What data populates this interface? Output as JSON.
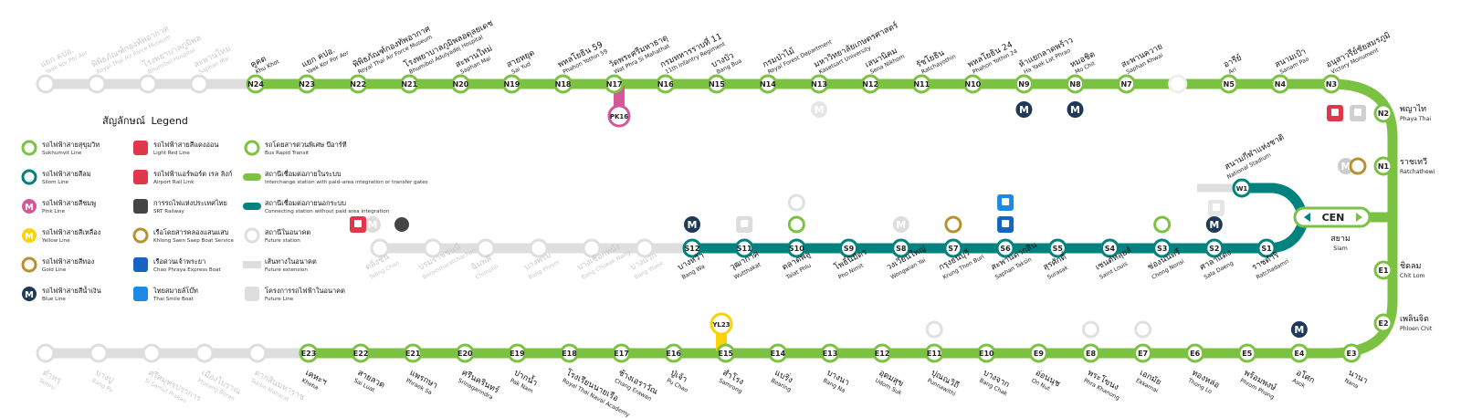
{
  "colors": {
    "sukhumvit": "#7cc242",
    "silom": "#00827f",
    "pink": "#d4589a",
    "yellow": "#fdd205",
    "gold": "#b8902f",
    "blue": "#1e3a57",
    "future": "#dedede",
    "red": "#e0384a"
  },
  "legend": {
    "title_th": "สัญลักษณ์",
    "title_en": "Legend",
    "items": [
      {
        "th": "รถไฟฟ้าสายสุขุมวิท",
        "en": "Sukhumvit Line",
        "icon": "sukhumvit-line-icon"
      },
      {
        "th": "รถไฟฟ้าสายสีลม",
        "en": "Silom Line",
        "icon": "silom-line-icon"
      },
      {
        "th": "รถไฟฟ้าสายสีชมพู",
        "en": "Pink Line",
        "icon": "pink-line-icon"
      },
      {
        "th": "รถไฟฟ้าสายสีเหลือง",
        "en": "Yellow Line",
        "icon": "yellow-line-icon"
      },
      {
        "th": "รถไฟฟ้าสายสีทอง",
        "en": "Gold Line",
        "icon": "gold-line-icon"
      },
      {
        "th": "รถไฟฟ้าสายสีน้ำเงิน",
        "en": "Blue Line",
        "icon": "blue-line-icon"
      },
      {
        "th": "รถไฟฟ้าสายสีแดงอ่อน",
        "en": "Light Red Line",
        "icon": "light-red-line-icon"
      },
      {
        "th": "รถไฟฟ้าแอร์พอร์ต เรล ลิงก์",
        "en": "Airport Rail Link",
        "icon": "airport-rail-link-icon"
      },
      {
        "th": "การรถไฟแห่งประเทศไทย",
        "en": "SRT Railway",
        "icon": "srt-railway-icon"
      },
      {
        "th": "เรือโดยสารคลองแสนแสบ",
        "en": "Khlong Saen Saep Boat Service",
        "icon": "khlong-boat-icon"
      },
      {
        "th": "เรือด่วนเจ้าพระยา",
        "en": "Chao Phraya Express Boat",
        "icon": "chao-phraya-boat-icon"
      },
      {
        "th": "ไทยสมายล์โบ๊ท",
        "en": "Thai Smile Boat",
        "icon": "thai-smile-boat-icon"
      },
      {
        "th": "รถโดยสารด่วนพิเศษ บีอาร์ที",
        "en": "Bus Rapid Transit",
        "icon": "brt-icon"
      },
      {
        "th": "สถานีเชื่อมต่อภายในระบบ",
        "en": "Interchange station with paid–area integration or transfer gates",
        "icon": "interchange-paid-icon"
      },
      {
        "th": "สถานีเชื่อมต่อภายนอกระบบ",
        "en": "Connecting station without paid area integration",
        "icon": "interchange-unpaid-icon"
      },
      {
        "th": "สถานีในอนาคต",
        "en": "Future station",
        "icon": "future-station-icon"
      },
      {
        "th": "เส้นทางในอนาคต",
        "en": "Future extension",
        "icon": "future-extension-icon"
      },
      {
        "th": "โครงการรถไฟฟ้าในอนาคต",
        "en": "Future Line",
        "icon": "future-line-icon"
      }
    ]
  },
  "top_future": [
    {
      "th": "แยก คปอ.",
      "en": "Yaek Kor Por Aor"
    },
    {
      "th": "พิพิธภัณฑ์กองทัพอากาศ",
      "en": "Royal Thai Air Force Museum"
    },
    {
      "th": "โรงพยาบาลภูมิพล",
      "en": "Bhumibol Hospital"
    },
    {
      "th": "สะพานใหม่",
      "en": "Saphan Mai"
    }
  ],
  "top": [
    {
      "code": "N24",
      "th": "คูคต",
      "en": "Khu Khot"
    },
    {
      "code": "N23",
      "th": "แยก คปอ.",
      "en": "Yaek Kor Por Aor"
    },
    {
      "code": "N22",
      "th": "พิพิธภัณฑ์กองทัพอากาศ",
      "en": "Royal Thai Air Force Museum"
    },
    {
      "code": "N21",
      "th": "โรงพยาบาลภูมิพลอดุลยเดช",
      "en": "Bhumibol Adulyadej Hospital"
    },
    {
      "code": "N20",
      "th": "สะพานใหม่",
      "en": "Saphan Mai"
    },
    {
      "code": "N19",
      "th": "สายหยุด",
      "en": "Sai Yud"
    },
    {
      "code": "N18",
      "th": "พหลโยธิน 59",
      "en": "Phahon Yothin 59"
    },
    {
      "code": "N17",
      "th": "วัดพระศรีมหาธาตุ",
      "en": "Wat Phra Si Mahathat"
    },
    {
      "code": "N16",
      "th": "กรมทหารราบที่ 11",
      "en": "11th Infantry Regiment"
    },
    {
      "code": "N15",
      "th": "บางบัว",
      "en": "Bang Bua"
    },
    {
      "code": "N14",
      "th": "กรมป่าไม้",
      "en": "Royal Forest Department"
    },
    {
      "code": "N13",
      "th": "มหาวิทยาลัยเกษตรศาสตร์",
      "en": "Kasetsart University"
    },
    {
      "code": "N12",
      "th": "เสนานิคม",
      "en": "Sena Nikhom"
    },
    {
      "code": "N11",
      "th": "รัชโยธิน",
      "en": "Ratchayothin"
    },
    {
      "code": "N10",
      "th": "พหลโยธิน 24",
      "en": "Phahon Yothin 24"
    },
    {
      "code": "N9",
      "th": "ห้าแยกลาดพร้าว",
      "en": "Ha Yaek Lat Phrao"
    },
    {
      "code": "N8",
      "th": "หมอชิต",
      "en": "Mo Chit"
    },
    {
      "code": "N7",
      "th": "สะพานควาย",
      "en": "Saphan Khwai"
    },
    {
      "code": "",
      "th": "",
      "en": ""
    },
    {
      "code": "N5",
      "th": "อารีย์",
      "en": "Ari"
    },
    {
      "code": "N4",
      "th": "สนามเป้า",
      "en": "Sanam Pao"
    },
    {
      "code": "N3",
      "th": "อนุสาวรีย์ชัยสมรภูมิ",
      "en": "Victory Monument"
    }
  ],
  "right": [
    {
      "code": "N2",
      "th": "พญาไท",
      "en": "Phaya Thai"
    },
    {
      "code": "N1",
      "th": "ราชเทวี",
      "en": "Ratchathewi"
    },
    {
      "code": "E1",
      "th": "ชิดลม",
      "en": "Chit Lom"
    },
    {
      "code": "E2",
      "th": "เพลินจิต",
      "en": "Phloen Chit"
    }
  ],
  "center": {
    "code": "CEN",
    "th": "สยาม",
    "en": "Siam"
  },
  "national_stadium": {
    "code": "W1",
    "th": "สนามกีฬาแห่งชาติ",
    "en": "National Stadium"
  },
  "pink_code": "PK16",
  "yellow_code": "YL23",
  "silom": [
    {
      "code": "S12",
      "th": "บางหว้า",
      "en": "Bang Wa"
    },
    {
      "code": "S11",
      "th": "วุฒากาศ",
      "en": "Wutthakat"
    },
    {
      "code": "S10",
      "th": "ตลาดพลู",
      "en": "Talat Phlu"
    },
    {
      "code": "S9",
      "th": "โพธิ์นิมิตร",
      "en": "Pho Nimit"
    },
    {
      "code": "S8",
      "th": "วงเวียนใหญ่",
      "en": "Wongwian Yai"
    },
    {
      "code": "S7",
      "th": "กรุงธนบุรี",
      "en": "Krung Thon Buri"
    },
    {
      "code": "S6",
      "th": "สะพานตากสิน",
      "en": "Saphan Taksin"
    },
    {
      "code": "S5",
      "th": "สุรศักดิ์",
      "en": "Surasak"
    },
    {
      "code": "S4",
      "th": "เซนต์หลุยส์",
      "en": "Saint Louis"
    },
    {
      "code": "S3",
      "th": "ช่องนนทรี",
      "en": "Chong Nonsi"
    },
    {
      "code": "S2",
      "th": "ศาลาแดง",
      "en": "Sala Daeng"
    },
    {
      "code": "S1",
      "th": "ราชดำริ",
      "en": "Ratchadamri"
    }
  ],
  "silom_future": [
    {
      "th": "ตลิ่งชัน",
      "en": "Taling Chan"
    },
    {
      "th": "บรมราชชนนี",
      "en": "Borommaratchachonnani"
    },
    {
      "th": "ฉิมพลี",
      "en": "Chimphli"
    },
    {
      "th": "บางพรม",
      "en": "Bang Phrom"
    },
    {
      "th": "บางเชือกหนัง",
      "en": "Bang Chueak Nang"
    },
    {
      "th": "บางแวก",
      "en": "Bang Waek"
    }
  ],
  "bottom": [
    {
      "code": "E23",
      "th": "เคหะฯ",
      "en": "Kheha"
    },
    {
      "code": "E22",
      "th": "สายลวด",
      "en": "Sai Luat"
    },
    {
      "code": "E21",
      "th": "แพรกษา",
      "en": "Phraek Sa"
    },
    {
      "code": "E20",
      "th": "ศรีนครินทร์",
      "en": "Srinagarindra"
    },
    {
      "code": "E19",
      "th": "ปากน้ำ",
      "en": "Pak Nam"
    },
    {
      "code": "E18",
      "th": "โรงเรียนนายเรือ",
      "en": "Royal Thai Naval Academy"
    },
    {
      "code": "E17",
      "th": "ช้างเอราวัณ",
      "en": "Chang Erawan"
    },
    {
      "code": "E16",
      "th": "ปู่เจ้า",
      "en": "Pu Chao"
    },
    {
      "code": "E15",
      "th": "สำโรง",
      "en": "Samrong"
    },
    {
      "code": "E14",
      "th": "แบริ่ง",
      "en": "Bearing"
    },
    {
      "code": "E13",
      "th": "บางนา",
      "en": "Bang Na"
    },
    {
      "code": "E12",
      "th": "อุดมสุข",
      "en": "Udom Suk"
    },
    {
      "code": "E11",
      "th": "ปุณณวิถี",
      "en": "Punnawithi"
    },
    {
      "code": "E10",
      "th": "บางจาก",
      "en": "Bang Chak"
    },
    {
      "code": "E9",
      "th": "อ่อนนุช",
      "en": "On Nut"
    },
    {
      "code": "E8",
      "th": "พระโขนง",
      "en": "Phra Khanong"
    },
    {
      "code": "E7",
      "th": "เอกมัย",
      "en": "Ekkamai"
    },
    {
      "code": "E6",
      "th": "ทองหล่อ",
      "en": "Thong Lo"
    },
    {
      "code": "E5",
      "th": "พร้อมพงษ์",
      "en": "Phrom Phong"
    },
    {
      "code": "E4",
      "th": "อโศก",
      "en": "Asok"
    },
    {
      "code": "E3",
      "th": "นานา",
      "en": "Nana"
    }
  ],
  "bottom_future": [
    {
      "th": "ตำหรุ",
      "en": "Tamru"
    },
    {
      "th": "บางปู",
      "en": "Bang Pu"
    },
    {
      "th": "ศรีสมุทรปราการ",
      "en": "Si Samut Prakan"
    },
    {
      "th": "เมืองโบราณ",
      "en": "Mueang Boran"
    },
    {
      "th": "ตากสินมหาราช",
      "en": "Taksin Maharat"
    }
  ]
}
